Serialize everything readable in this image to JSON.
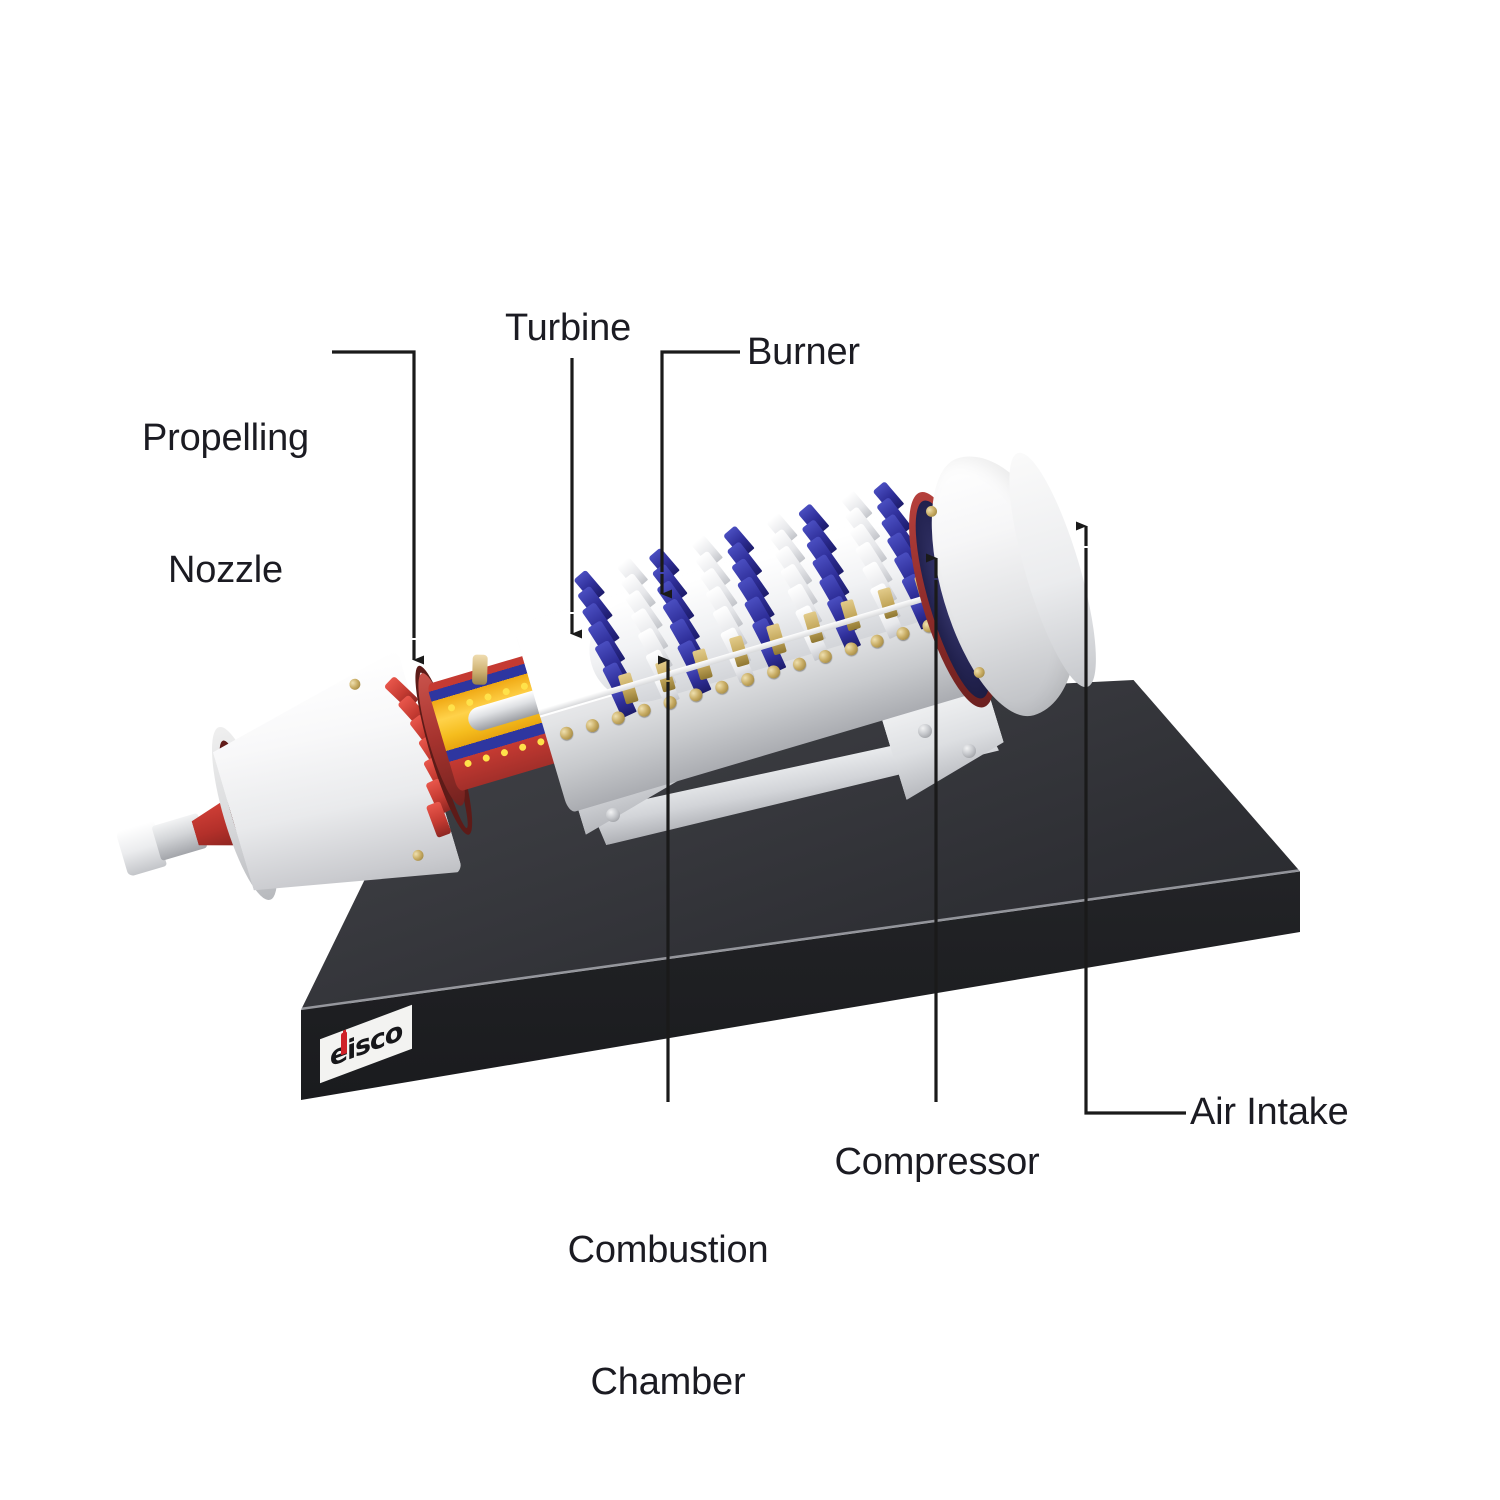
{
  "figure": {
    "title": "Cutaway jet engine model with labelled components",
    "background_color": "#ffffff",
    "label_color": "#1b1b22",
    "leader_color": "#1a1a1a"
  },
  "labels": [
    {
      "id": "propelling-nozzle",
      "lines": [
        "Propelling",
        "Nozzle"
      ],
      "line1": "Propelling",
      "line2": "Nozzle",
      "align": "center"
    },
    {
      "id": "turbine",
      "lines": [
        "Turbine"
      ],
      "line1": "Turbine",
      "align": "left"
    },
    {
      "id": "burner",
      "lines": [
        "Burner"
      ],
      "line1": "Burner",
      "align": "left"
    },
    {
      "id": "combustion-chamber",
      "lines": [
        "Combustion",
        "Chamber"
      ],
      "line1": "Combustion",
      "line2": "Chamber",
      "align": "center"
    },
    {
      "id": "compressor",
      "lines": [
        "Compressor"
      ],
      "line1": "Compressor",
      "align": "center"
    },
    {
      "id": "air-intake",
      "lines": [
        "Air Intake"
      ],
      "line1": "Air Intake",
      "align": "left"
    }
  ],
  "label_text": {
    "propelling_nozzle_l1": "Propelling",
    "propelling_nozzle_l2": "Nozzle",
    "turbine": "Turbine",
    "burner": "Burner",
    "combustion_chamber_l1": "Combustion",
    "combustion_chamber_l2": "Chamber",
    "compressor": "Compressor",
    "air_intake": "Air Intake"
  },
  "brand": {
    "logo_text": "eisco",
    "logo_plate_color": "#f3f3f1",
    "logo_accent_color": "#cf2027"
  },
  "model_colors": {
    "casing_white": "#f4f4f5",
    "compressor_blade_blue": "#2f2f9a",
    "compressor_blade_white": "#ffffff",
    "stator_vane_brass": "#c3a75b",
    "turbine_red": "#c43a31",
    "combustion_liner_orange": "#f5bd1e",
    "combustion_band_blue": "#2e36a0",
    "ring_red": "#a6332e",
    "base_top": "#3a3b40",
    "base_front": "#202124",
    "screw_brass": "#c7ab62"
  },
  "components": [
    {
      "name": "Propelling Nozzle",
      "region": "left white cone with red inner exhaust"
    },
    {
      "name": "Turbine",
      "region": "red bladed wheel behind combustion chamber"
    },
    {
      "name": "Burner",
      "region": "brass fuel nozzle on combustion chamber"
    },
    {
      "name": "Combustion Chamber",
      "region": "orange/blue banded drum mid-engine"
    },
    {
      "name": "Compressor",
      "region": "blue and white multi-stage blade rows"
    },
    {
      "name": "Air Intake",
      "region": "white flared bell-mouth cowl at right"
    }
  ]
}
